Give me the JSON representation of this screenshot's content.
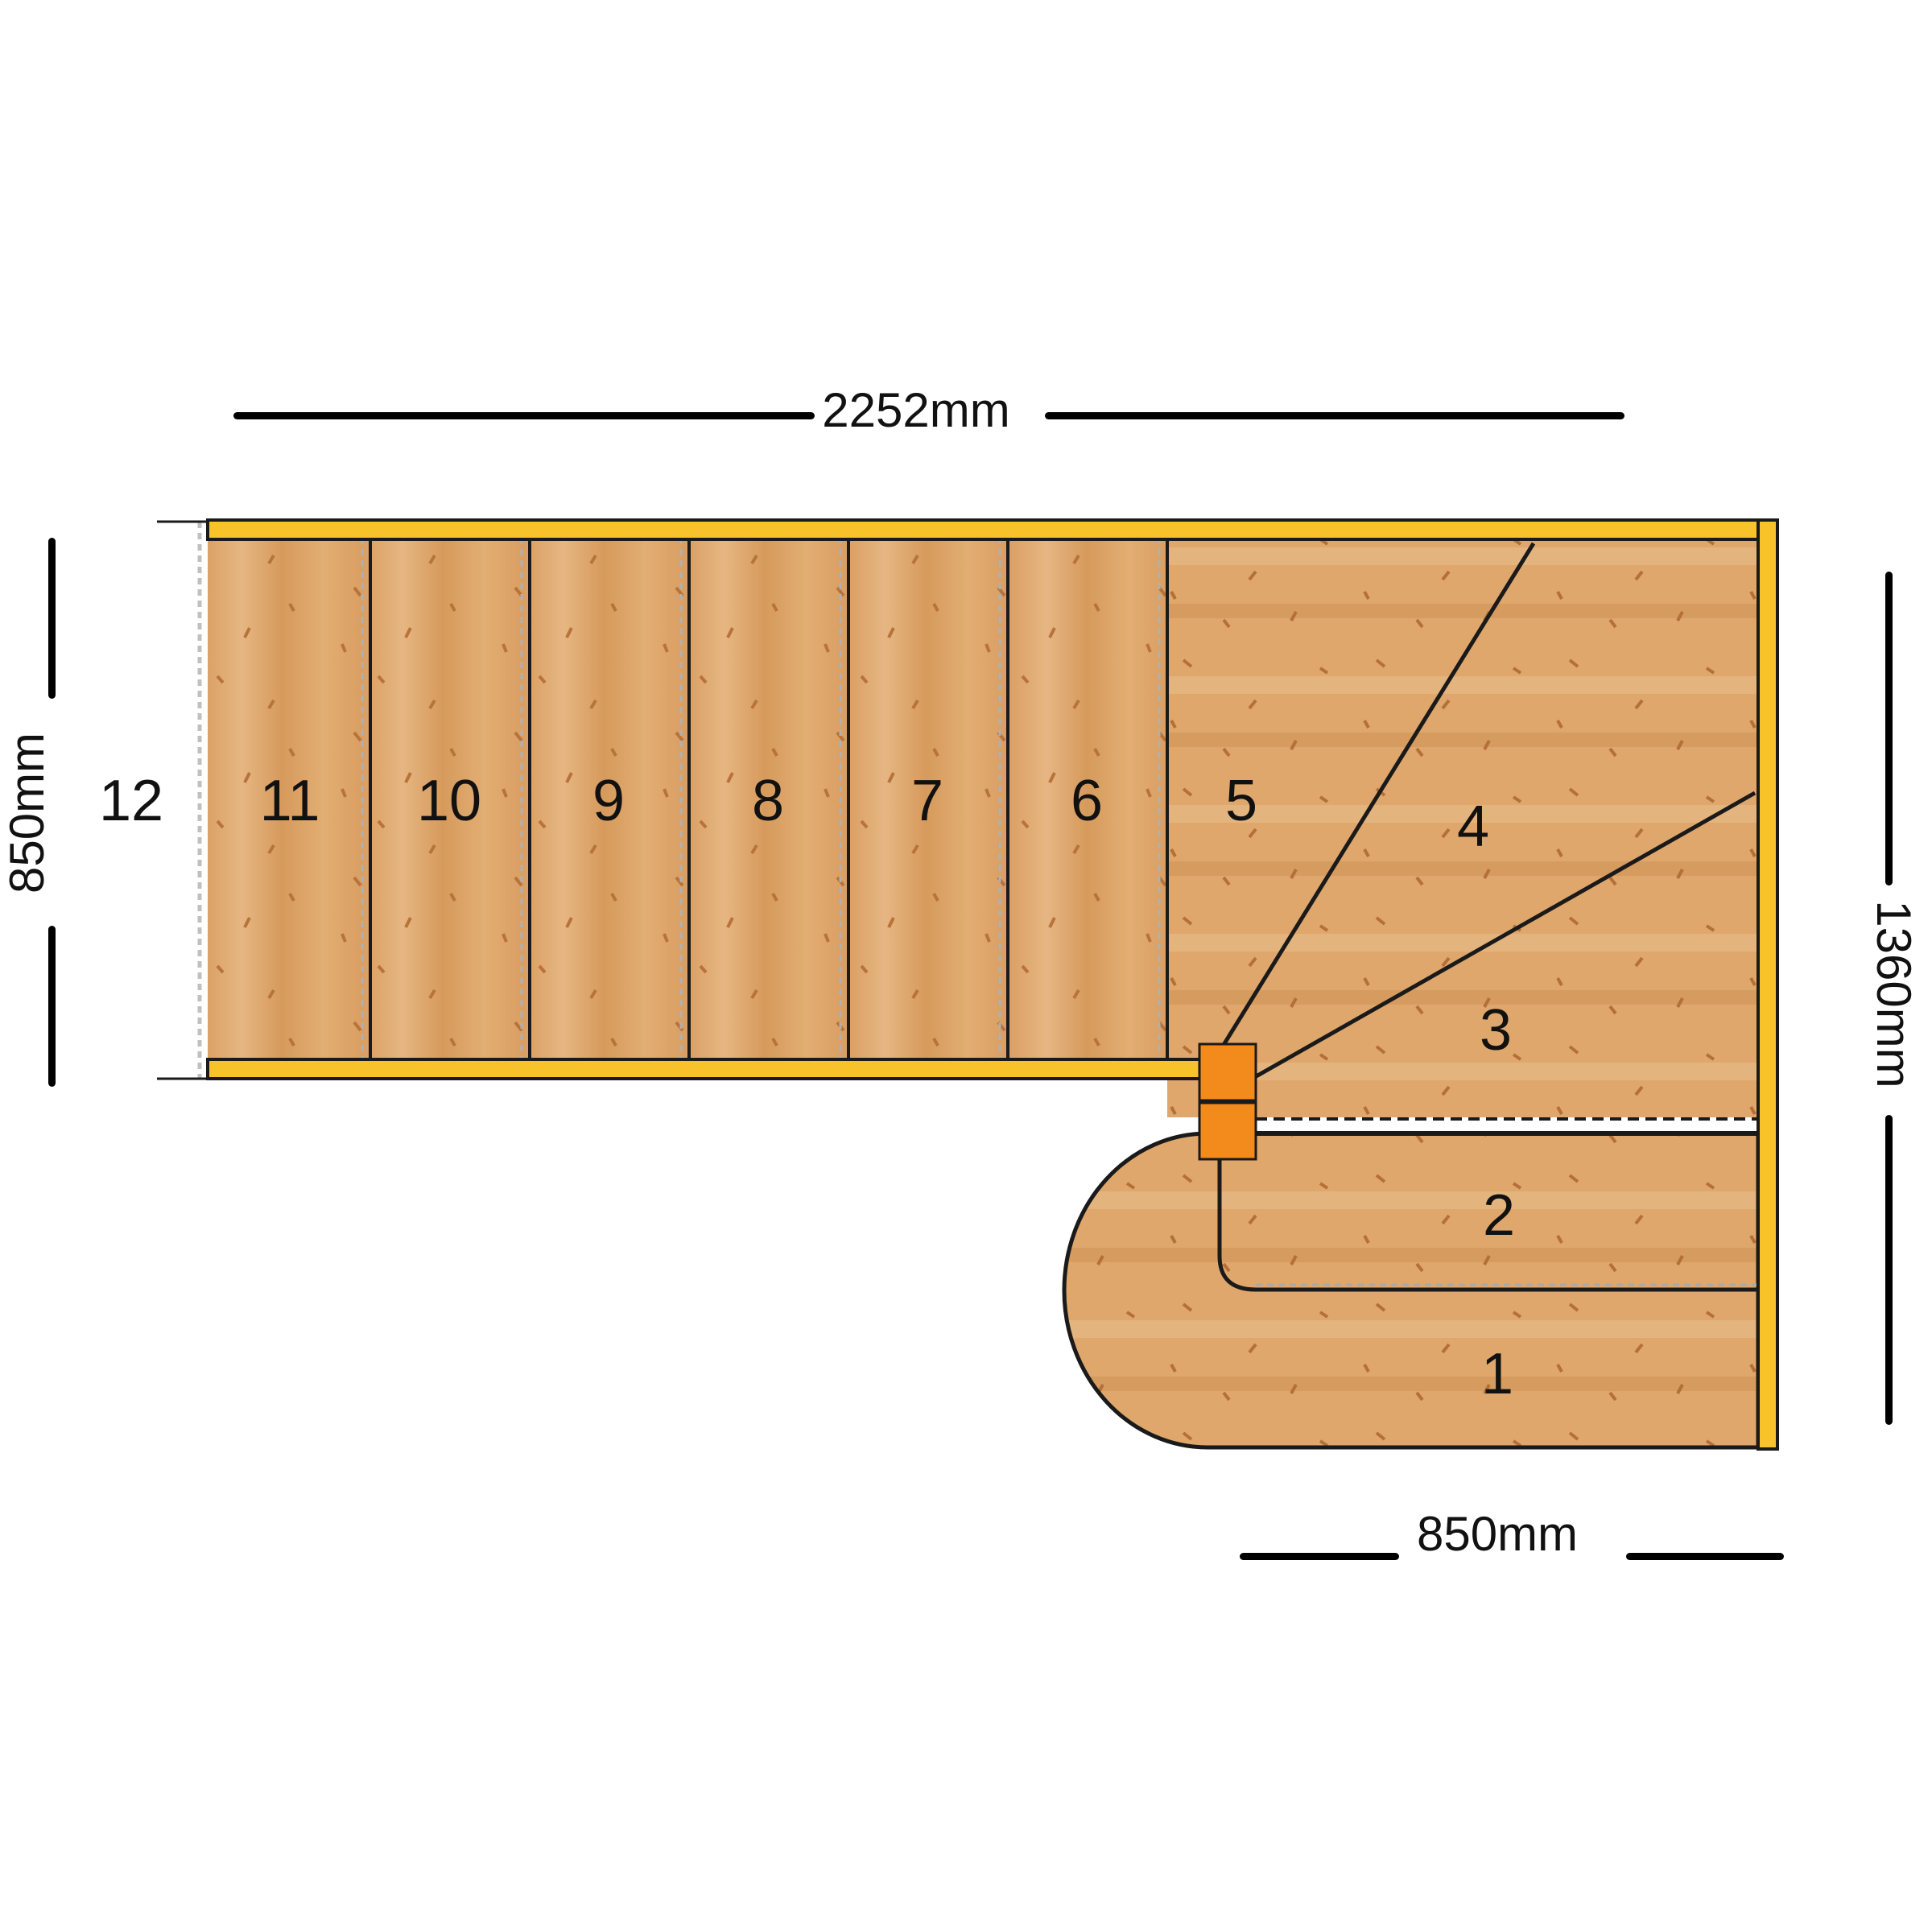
{
  "steps": {
    "s1": "1",
    "s2": "2",
    "s3": "3",
    "s4": "4",
    "s5": "5",
    "s6": "6",
    "s7": "7",
    "s8": "8",
    "s9": "9",
    "s10": "10",
    "s11": "11",
    "s12": "12"
  },
  "dimensions": {
    "total_width": "2252mm",
    "top_run_depth": "850mm",
    "side_length": "1360mm",
    "bottom_width": "850mm"
  },
  "colors": {
    "wood": "#dca46a",
    "wood_light": "#e6b985",
    "stringer": "#f7c22a",
    "newel": "#f28a1c",
    "line": "#1a1a1a"
  }
}
